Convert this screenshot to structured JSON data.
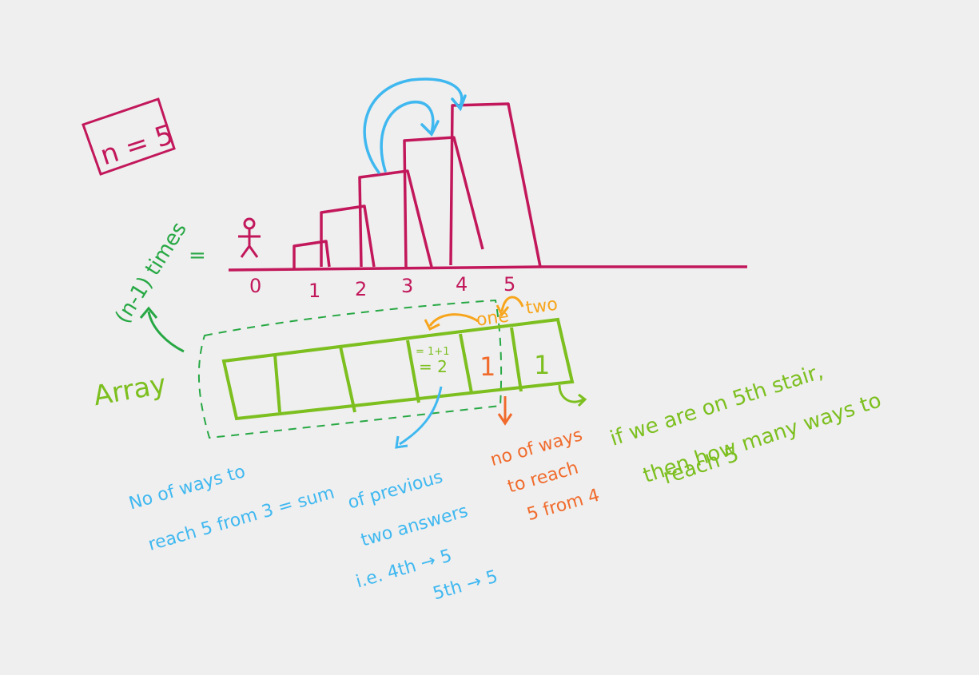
{
  "title_box": "n = 5",
  "stair_labels": [
    "0",
    "1",
    "2",
    "3",
    "4",
    "5"
  ],
  "side_note_line1": "(n-1) times",
  "side_note_line2": "=",
  "array_label": "Array",
  "array_cells": [
    "",
    "",
    "",
    "",
    "1",
    "1"
  ],
  "cell3_note_line1": "= 1+1",
  "cell3_note_line2": "= 2",
  "hop_one": "one",
  "hop_two": "two",
  "note_blue_line1": "No of ways to",
  "note_blue_line2": "reach 5 from 3 = sum",
  "note_blue_line3": "of previous",
  "note_blue_line4": "two answers",
  "note_blue_line5": "i.e. 4th → 5",
  "note_blue_line6": "5th → 5",
  "note_orange_line1": "no of ways",
  "note_orange_line2": "to reach",
  "note_orange_line3": "5 from 4",
  "note_green_line1": "if we are on 5th stair,",
  "note_green_line2": "then how many ways to",
  "note_green_line3": "reach 5"
}
